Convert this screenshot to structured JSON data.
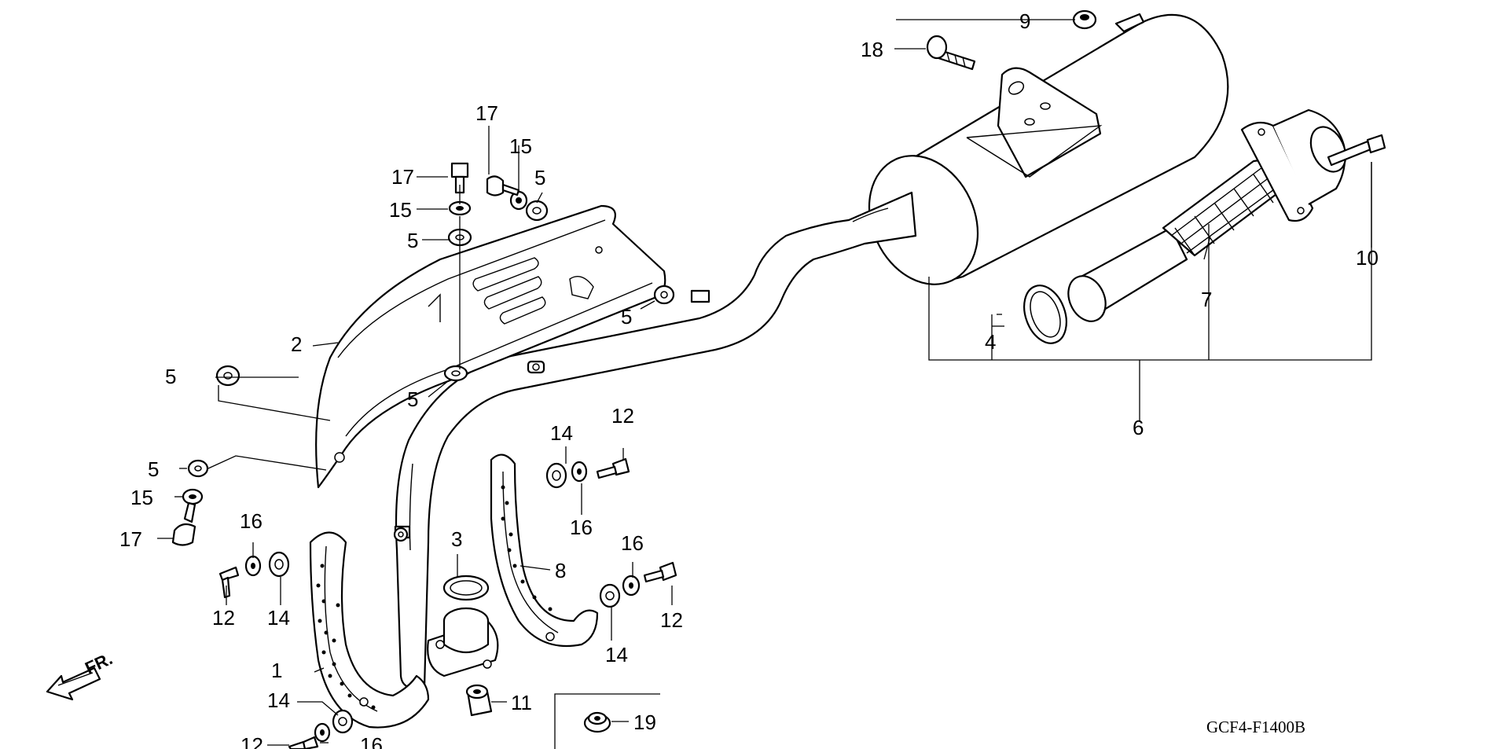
{
  "diagram": {
    "code": "GCF4-F1400B",
    "direction_label": "FR.",
    "callouts": {
      "c1": "1",
      "c2": "2",
      "c3": "3",
      "c4": "4",
      "c5a": "5",
      "c5b": "5",
      "c5c": "5",
      "c5d": "5",
      "c5e": "5",
      "c5f": "5",
      "c6": "6",
      "c7": "7",
      "c8": "8",
      "c9": "9",
      "c10": "10",
      "c11": "11",
      "c12a": "12",
      "c12b": "12",
      "c12c": "12",
      "c12d": "12",
      "c14a": "14",
      "c14b": "14",
      "c14c": "14",
      "c14d": "14",
      "c15a": "15",
      "c15b": "15",
      "c15c": "15",
      "c16a": "16",
      "c16b": "16",
      "c16c": "16",
      "c16d": "16",
      "c17a": "17",
      "c17b": "17",
      "c17c": "17",
      "c18": "18",
      "c19": "19"
    }
  }
}
